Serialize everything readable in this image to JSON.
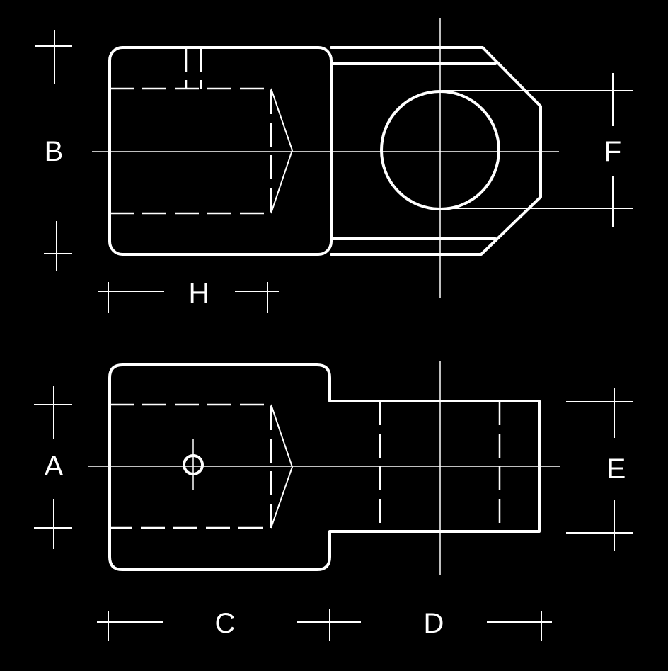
{
  "labels": {
    "a": "A",
    "b": "B",
    "c": "C",
    "d": "D",
    "e": "E",
    "f": "F",
    "h": "H"
  },
  "colors": {
    "background": "#000000",
    "line": "#ffffff"
  }
}
